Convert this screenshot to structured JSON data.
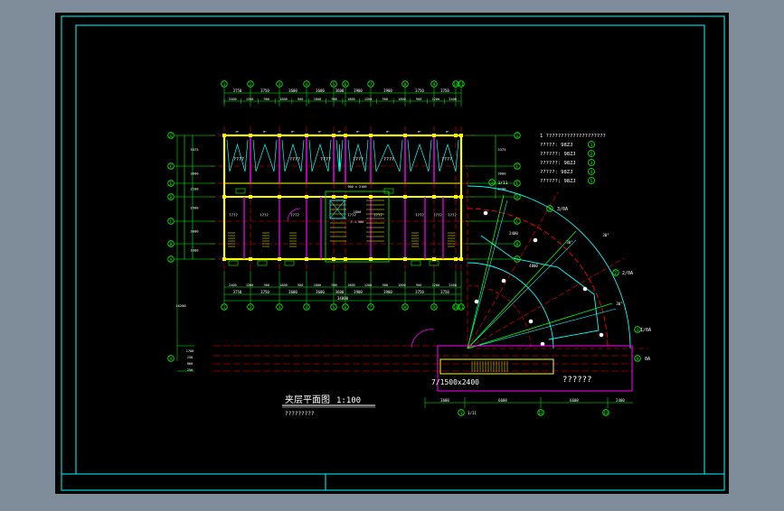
{
  "drawing": {
    "title": "夹层平面图",
    "scale": "1:100",
    "subtitle": "?????????",
    "annex_label": "??????",
    "door_label": "7/1500x2400"
  },
  "colors": {
    "background": "#7f8c99",
    "sheet": "#000000",
    "frame": "#00ffff",
    "grid": "#00ff00",
    "axis": "#ff0000",
    "wall": "#ffff00",
    "partition": "#ff00ff",
    "text": "#ffffff"
  },
  "top_axes": [
    "1",
    "2",
    "3",
    "4",
    "5",
    "6",
    "7",
    "8",
    "9",
    "10",
    "11"
  ],
  "top_dims": [
    "3750",
    "3750",
    "3600",
    "3600",
    "3600",
    "3900",
    "3900",
    "3750",
    "3750"
  ],
  "top_subdims": [
    "2400",
    "1200",
    "900",
    "1800",
    "900",
    "1800",
    "900",
    "1800",
    "1200",
    "900",
    "1800",
    "900",
    "1200",
    "2400"
  ],
  "bottom_axes": [
    "1",
    "2",
    "3",
    "4",
    "5",
    "6",
    "7",
    "8",
    "9",
    "10",
    "11"
  ],
  "bottom_dims": [
    "3750",
    "3750",
    "3600",
    "3600",
    "3600",
    "3900",
    "3900",
    "3750",
    "3750"
  ],
  "bottom_total": "34800",
  "left_rows": [
    "G",
    "F",
    "E",
    "D",
    "C",
    "B",
    "A"
  ],
  "left_dims": [
    "3375",
    "3600",
    "2100",
    "2400",
    "3000",
    "3300"
  ],
  "left_total": "16200",
  "right_rows": [
    "G",
    "F",
    "E",
    "D",
    "C",
    "B",
    "A"
  ],
  "right_dims": [
    "3375",
    "3600",
    "2100"
  ],
  "notes": [
    "1 ????????????????????",
    "?????: 98ZJ",
    "??????: 98ZJ",
    "??????: 98ZJ",
    "?????: 98ZJ",
    "??????: 98ZJ"
  ],
  "note_tags": [
    "1",
    "2",
    "3",
    "4",
    "5"
  ],
  "rooms": [
    "????",
    "????",
    "????",
    "????",
    "????",
    "????"
  ],
  "rooms2": [
    "????",
    "????",
    "????",
    "????",
    "????",
    "????",
    "????",
    "????"
  ],
  "stair_labels": [
    "900 x 2100",
    "1800",
    "?-1.500"
  ],
  "fan_labels": [
    "3/0A",
    "2/0A",
    "1/0A",
    "0A",
    "1/11",
    "1/11",
    "12",
    "13"
  ],
  "fan_angles": [
    "30°",
    "30°",
    "30°"
  ],
  "fan_bottom_dims": [
    "3600",
    "6600",
    "6600",
    "2400"
  ],
  "fan_small": [
    "2400",
    "4800"
  ],
  "lower_left_dims": [
    "1700",
    "250",
    "800",
    "250"
  ],
  "lower_left_total": "16200"
}
